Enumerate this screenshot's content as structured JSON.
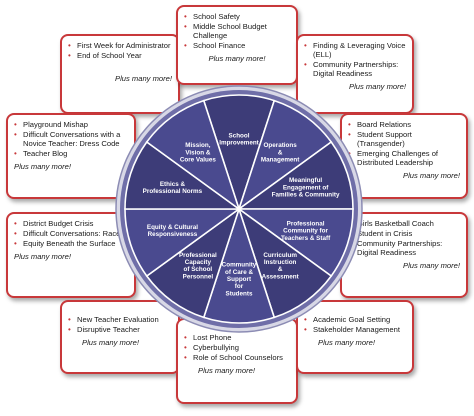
{
  "wheel": {
    "segments": [
      "School Improvement",
      "Operations & Management",
      "Meaningful Engagement of Families & Community",
      "Professional Community for Teachers & Staff",
      "Curriculum Instruction & Assessment",
      "Community of Care & Support for Students",
      "Professional Capacity of School Personnel",
      "Equity & Cultural Responsiveness",
      "Ethics & Professional Norms",
      "Mission, Vision & Core Values"
    ],
    "colors": {
      "dark": "#3d3c78",
      "light": "#4a4a8f",
      "ring": "#6f6ea8",
      "accent": "#c8383a"
    }
  },
  "cards": {
    "top": {
      "items": [
        "School Safety",
        "Middle School Budget Challenge",
        "School Finance"
      ],
      "more": "Plus many more!"
    },
    "top_left": {
      "items": [
        "First Week for Administrator",
        "End of School Year"
      ],
      "more": "Plus many more!"
    },
    "top_right": {
      "items": [
        "Finding & Leveraging Voice (ELL)",
        "Community Partnerships: Digital Readiness"
      ],
      "more": "Plus many more!"
    },
    "upper_left": {
      "items": [
        "Playground Mishap",
        "Difficult Conversations with a Novice Teacher: Dress Code",
        "Teacher Blog"
      ],
      "more": "Plus many more!"
    },
    "upper_right": {
      "items": [
        "Board Relations",
        "Student Support (Transgender)",
        "Emerging Challenges of Distributed Leadership"
      ],
      "more": "Plus many more!"
    },
    "lower_left": {
      "items": [
        "District Budget Crisis",
        "Difficult Conversations: Race",
        "Equity Beneath the Surface"
      ],
      "more": "Plus many more!"
    },
    "lower_right": {
      "items": [
        "Girls Basketball Coach",
        "Student in Crisis",
        "Community Partnerships: Digital Readiness"
      ],
      "more": "Plus many more!"
    },
    "bottom_left": {
      "items": [
        "New Teacher Evaluation",
        "Disruptive Teacher"
      ],
      "more": "Plus many more!"
    },
    "bottom_right": {
      "items": [
        "Academic Goal Setting",
        "Stakeholder Management"
      ],
      "more": "Plus many more!"
    },
    "bottom": {
      "items": [
        "Lost Phone",
        "Cyberbullying",
        "Role of School Counselors"
      ],
      "more": "Plus many more!"
    }
  }
}
